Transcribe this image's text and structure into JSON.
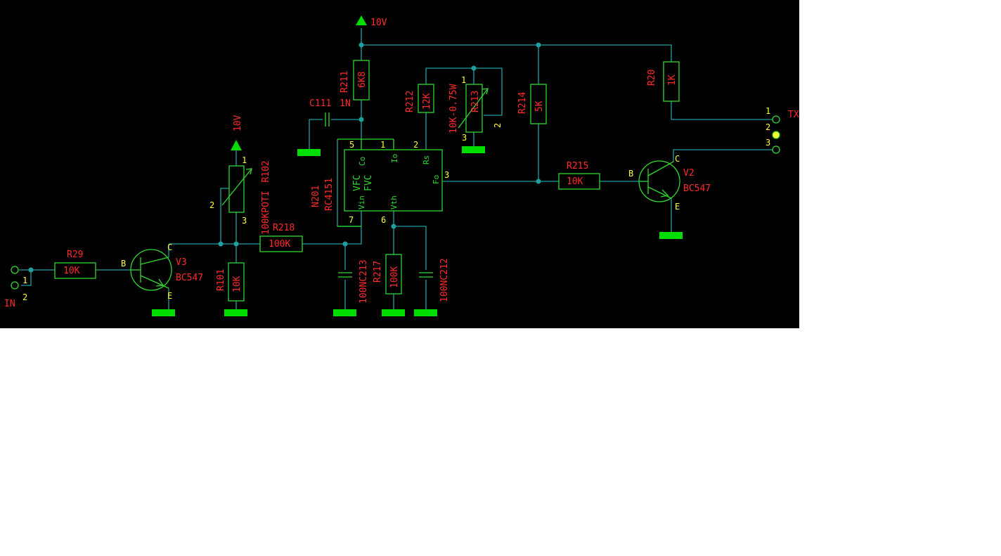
{
  "colors": {
    "background": "#000000",
    "wire": "#1ea0a0",
    "component": "#2fd92f",
    "label": "#ff2a2a",
    "pin_number": "#ffff33",
    "ground": "#00dd00"
  },
  "power": {
    "top_supply": "10V",
    "poti_supply": "10V"
  },
  "resistors": {
    "r211": {
      "ref": "R211",
      "value": "6K8"
    },
    "r212": {
      "ref": "R212",
      "value": "12K"
    },
    "r213": {
      "ref": "R213",
      "value": "10K-0.75W"
    },
    "r214": {
      "ref": "R214",
      "value": "5K"
    },
    "r20": {
      "ref": "R20",
      "value": "1K"
    },
    "r215": {
      "ref": "R215",
      "value": "10K"
    },
    "r218": {
      "ref": "R218",
      "value": "100K"
    },
    "r29": {
      "ref": "R29",
      "value": "10K"
    },
    "r101": {
      "ref": "R101",
      "value": "10K"
    },
    "r102": {
      "ref": "R102",
      "value": "100KPOTI"
    },
    "r217": {
      "ref": "R217",
      "value": "100K"
    }
  },
  "capacitors": {
    "c111": {
      "ref": "C111",
      "value": "1N"
    },
    "c213": {
      "ref": "C213",
      "value": "100N"
    },
    "c212": {
      "ref": "C212",
      "value": "100N"
    }
  },
  "ic": {
    "ref": "N201",
    "part": "RC4151",
    "func_line1": "VFC",
    "func_line2": "FVC",
    "pin_labels": {
      "co": "Co",
      "io": "Io",
      "rs": "Rs",
      "fo": "Fo",
      "vin": "Vin",
      "vth": "Vth"
    },
    "pin_numbers": {
      "p5": "5",
      "p1": "1",
      "p2": "2",
      "p3": "3",
      "p7": "7",
      "p6": "6"
    }
  },
  "transistors": {
    "v3": {
      "ref": "V3",
      "part": "BC547",
      "b": "B",
      "c": "C",
      "e": "E"
    },
    "v2": {
      "ref": "V2",
      "part": "BC547",
      "b": "B",
      "c": "C",
      "e": "E"
    }
  },
  "pins": {
    "r213_1": "1",
    "r213_2": "2",
    "r213_3": "3",
    "r102_1": "1",
    "r102_2": "2",
    "r102_3": "3"
  },
  "connectors": {
    "input": {
      "label": "IN",
      "pin1": "1",
      "pin2": "2"
    },
    "output": {
      "label": "TX",
      "pin1": "1",
      "pin2": "2",
      "pin3": "3"
    }
  }
}
